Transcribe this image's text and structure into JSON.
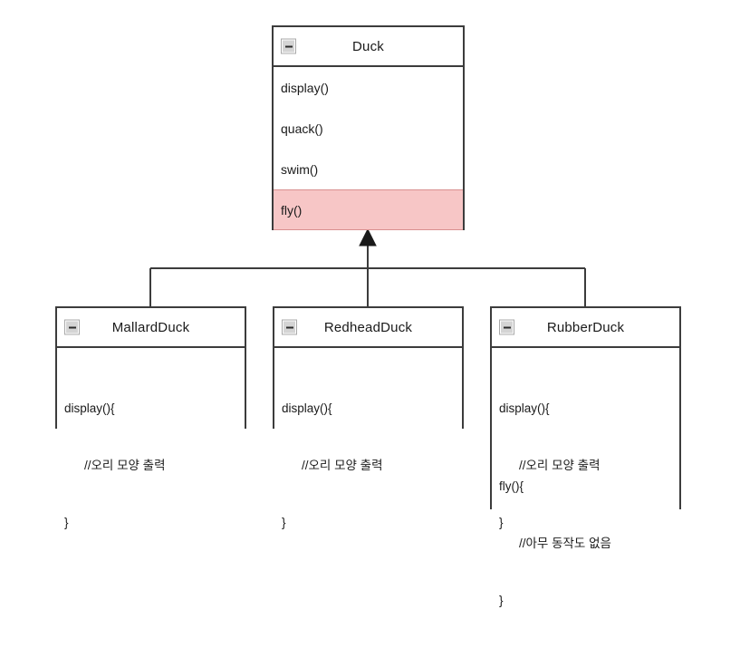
{
  "diagram": {
    "title": "Duck class hierarchy",
    "type": "uml-class-diagram",
    "relationship": "generalization",
    "colors": {
      "box_border": "#3c3c3c",
      "box_fill": "#ffffff",
      "text": "#1a1a1a",
      "highlight_fill": "#f7c6c6",
      "highlight_border": "#d98f8f",
      "connector": "#3c3c3c"
    },
    "icons": {
      "collapse": "minus-square-icon"
    }
  },
  "superclass": {
    "name": "Duck",
    "operations": [
      {
        "label": "display()",
        "highlighted": false
      },
      {
        "label": "quack()",
        "highlighted": false
      },
      {
        "label": "swim()",
        "highlighted": false
      },
      {
        "label": "fly()",
        "highlighted": true
      }
    ]
  },
  "subclasses": [
    {
      "name": "MallardDuck",
      "methods": [
        {
          "signature": "display(){",
          "comment": "//오리 모양 출력",
          "close": "}"
        }
      ]
    },
    {
      "name": "RedheadDuck",
      "methods": [
        {
          "signature": "display(){",
          "comment": "//오리 모양 출력",
          "close": "}"
        }
      ]
    },
    {
      "name": "RubberDuck",
      "methods": [
        {
          "signature": "display(){",
          "comment": "//오리 모양 출력",
          "close": "}"
        },
        {
          "signature": "fly(){",
          "comment": "//아무 동작도 없음",
          "close": "}"
        }
      ]
    }
  ]
}
